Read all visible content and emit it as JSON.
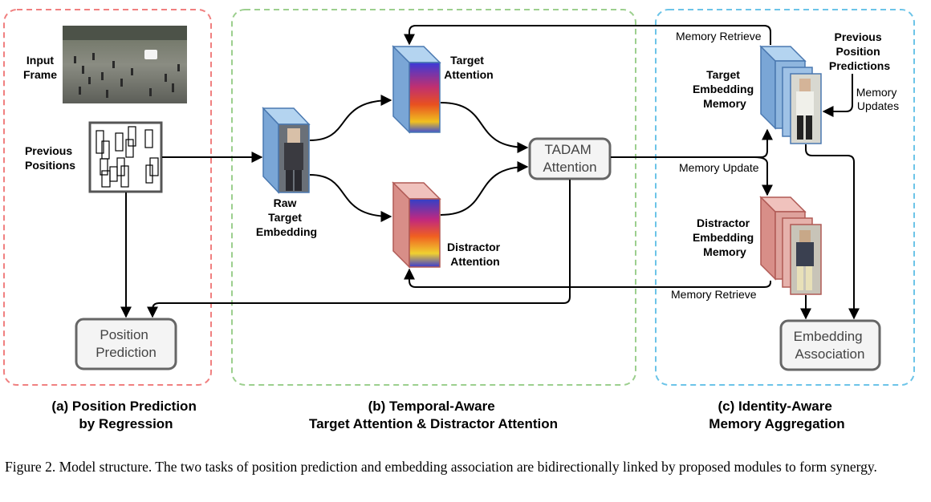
{
  "panels": {
    "a": {
      "input_frame": [
        "Input",
        "Frame"
      ],
      "previous_positions": [
        "Previous",
        "Positions"
      ],
      "position_prediction": [
        "Position",
        "Prediction"
      ],
      "title": [
        "(a) Position Prediction",
        "by Regression"
      ]
    },
    "b": {
      "raw_target_embedding": [
        "Raw",
        "Target",
        "Embedding"
      ],
      "target_attention": [
        "Target",
        "Attention"
      ],
      "distractor_attention": [
        "Distractor",
        "Attention"
      ],
      "tadam": [
        "TADAM",
        "Attention"
      ],
      "title": [
        "(b) Temporal-Aware",
        "Target Attention & Distractor Attention"
      ]
    },
    "c": {
      "memory_retrieve_top": "Memory Retrieve",
      "memory_retrieve_bottom": "Memory Retrieve",
      "memory_update": "Memory Update",
      "memory_updates": [
        "Memory",
        "Updates"
      ],
      "previous_position_predictions": [
        "Previous",
        "Position",
        "Predictions"
      ],
      "target_embedding_memory": [
        "Target",
        "Embedding",
        "Memory"
      ],
      "distractor_embedding_memory": [
        "Distractor",
        "Embedding",
        "Memory"
      ],
      "embedding_association": [
        "Embedding",
        "Association"
      ],
      "title": [
        "(c) Identity-Aware",
        "Memory Aggregation"
      ]
    }
  },
  "caption": "Figure 2. Model structure. The two tasks of position prediction and embedding association are bidirectionally linked by proposed modules to form synergy.",
  "colors": {
    "panel_a_border": "#f08080",
    "panel_b_border": "#9ccf8e",
    "panel_c_border": "#6cc4e8",
    "blue_block": "#8fbde6",
    "red_block": "#e8a8a3"
  }
}
